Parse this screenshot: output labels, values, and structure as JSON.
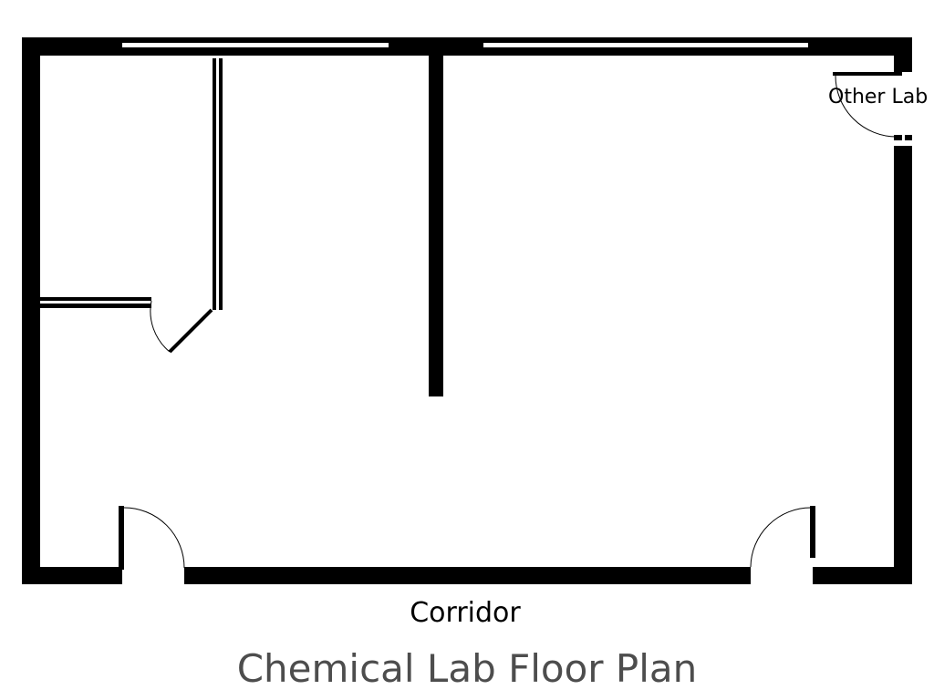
{
  "labels": {
    "other_lab": "Other Lab",
    "corridor": "Corridor"
  },
  "title": "Chemical Lab Floor Plan",
  "colors": {
    "wall": "#000000",
    "window": "#ffffff",
    "background": "#ffffff",
    "title": "#4d4d4d",
    "label": "#000000"
  }
}
